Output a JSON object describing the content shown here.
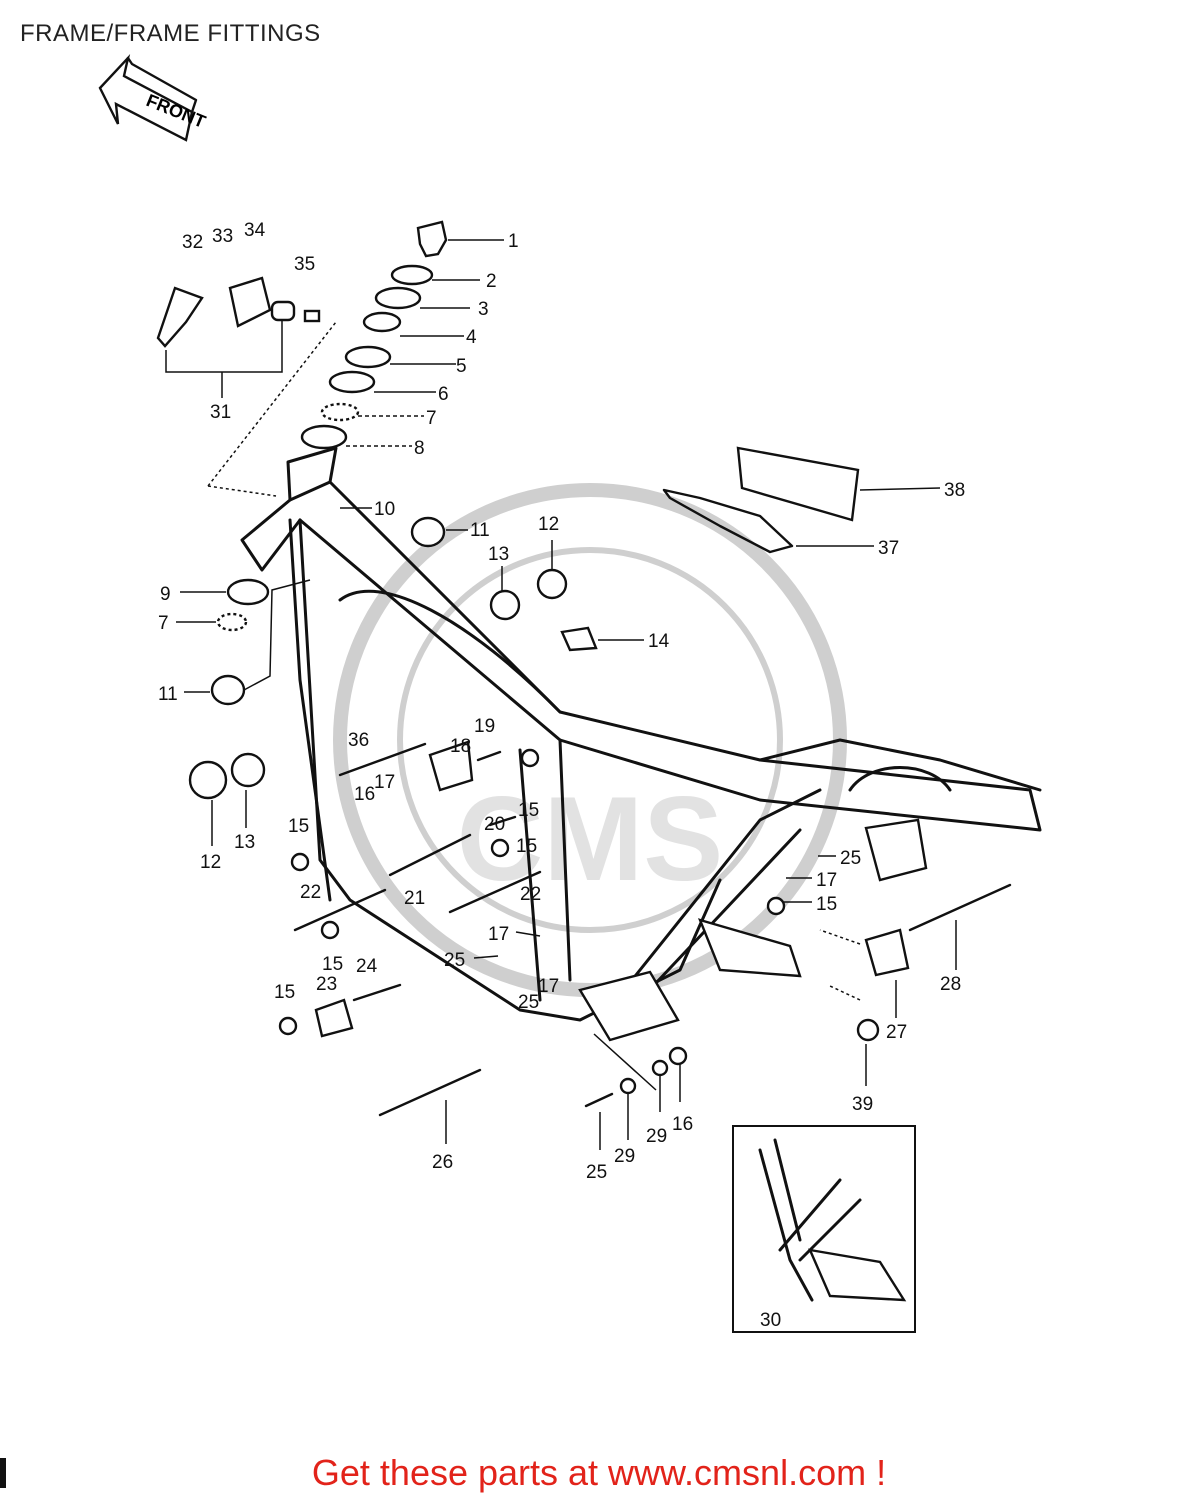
{
  "page": {
    "title": "FRAME/FRAME FITTINGS",
    "footer_link": "Get these parts at www.cmsnl.com !"
  },
  "front_arrow": {
    "label": "FRONT"
  },
  "watermark": {
    "text": "CMS"
  },
  "callouts": [
    {
      "id": "c1",
      "label": "1"
    },
    {
      "id": "c2",
      "label": "2"
    },
    {
      "id": "c3",
      "label": "3"
    },
    {
      "id": "c4",
      "label": "4"
    },
    {
      "id": "c5",
      "label": "5"
    },
    {
      "id": "c6",
      "label": "6"
    },
    {
      "id": "c7a",
      "label": "7"
    },
    {
      "id": "c8",
      "label": "8"
    },
    {
      "id": "c10",
      "label": "10"
    },
    {
      "id": "c11a",
      "label": "11"
    },
    {
      "id": "c12a",
      "label": "12"
    },
    {
      "id": "c13a",
      "label": "13"
    },
    {
      "id": "c14",
      "label": "14"
    },
    {
      "id": "c9",
      "label": "9"
    },
    {
      "id": "c7b",
      "label": "7"
    },
    {
      "id": "c11b",
      "label": "11"
    },
    {
      "id": "c12b",
      "label": "12"
    },
    {
      "id": "c13b",
      "label": "13"
    },
    {
      "id": "c31",
      "label": "31"
    },
    {
      "id": "c32",
      "label": "32"
    },
    {
      "id": "c33",
      "label": "33"
    },
    {
      "id": "c34",
      "label": "34"
    },
    {
      "id": "c35",
      "label": "35"
    },
    {
      "id": "c36",
      "label": "36"
    },
    {
      "id": "c18",
      "label": "18"
    },
    {
      "id": "c19",
      "label": "19"
    },
    {
      "id": "c16a",
      "label": "16"
    },
    {
      "id": "c17a",
      "label": "17"
    },
    {
      "id": "c15a",
      "label": "15"
    },
    {
      "id": "c20",
      "label": "20"
    },
    {
      "id": "c15b",
      "label": "15"
    },
    {
      "id": "c15c",
      "label": "15"
    },
    {
      "id": "c21",
      "label": "21"
    },
    {
      "id": "c22a",
      "label": "22"
    },
    {
      "id": "c22b",
      "label": "22"
    },
    {
      "id": "c15d",
      "label": "15"
    },
    {
      "id": "c17b",
      "label": "17"
    },
    {
      "id": "c25a",
      "label": "25"
    },
    {
      "id": "c24",
      "label": "24"
    },
    {
      "id": "c23",
      "label": "23"
    },
    {
      "id": "c15e",
      "label": "15"
    },
    {
      "id": "c17c",
      "label": "17"
    },
    {
      "id": "c25b",
      "label": "25"
    },
    {
      "id": "c25c",
      "label": "25"
    },
    {
      "id": "c17d",
      "label": "17"
    },
    {
      "id": "c15f",
      "label": "15"
    },
    {
      "id": "c28",
      "label": "28"
    },
    {
      "id": "c27",
      "label": "27"
    },
    {
      "id": "c39",
      "label": "39"
    },
    {
      "id": "c26",
      "label": "26"
    },
    {
      "id": "c25d",
      "label": "25"
    },
    {
      "id": "c29a",
      "label": "29"
    },
    {
      "id": "c29b",
      "label": "29"
    },
    {
      "id": "c16b",
      "label": "16"
    },
    {
      "id": "c30",
      "label": "30"
    },
    {
      "id": "c37",
      "label": "37"
    },
    {
      "id": "c38",
      "label": "38"
    }
  ]
}
